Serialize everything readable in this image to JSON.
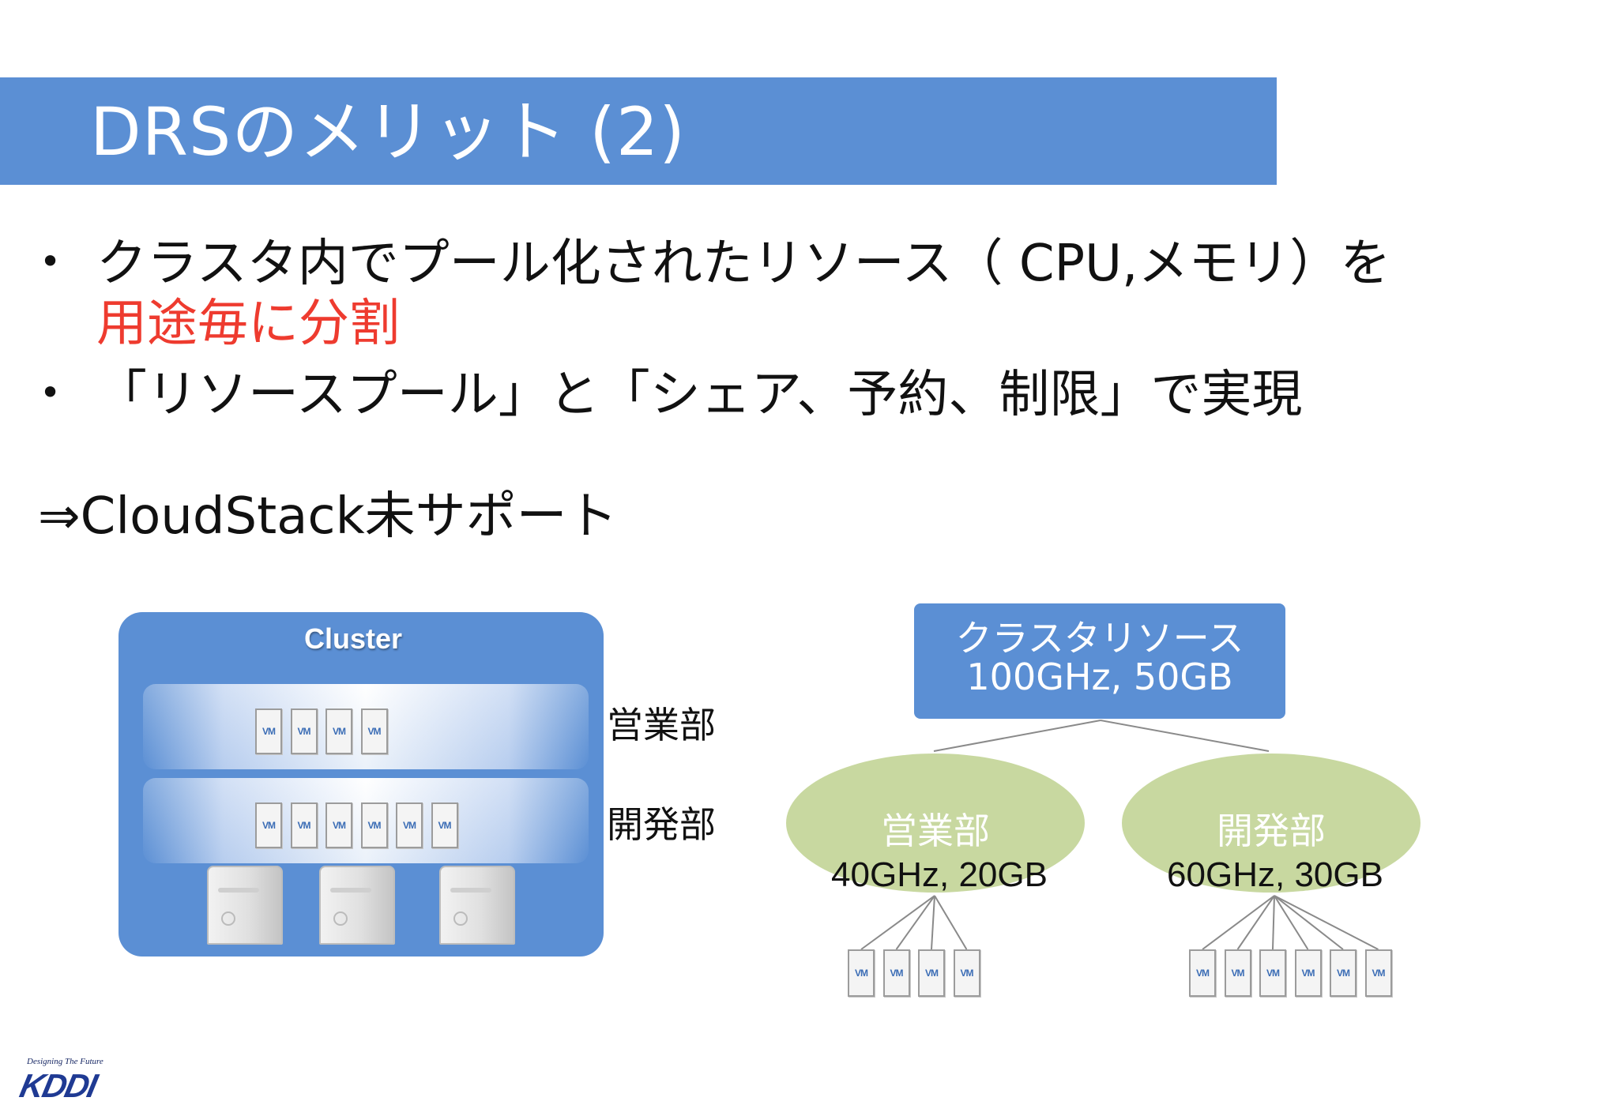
{
  "slide": {
    "title": "DRSのメリット (2)",
    "bullets": [
      {
        "dot": "•",
        "text": "クラスタ内でプール化されたリソース（ CPU,メモリ）を",
        "continuation_red": "用途毎に分割"
      },
      {
        "dot": "•",
        "text": "「リソースプール」と「シェア、予約、制限」で実現"
      }
    ],
    "conclusion": "⇒CloudStack未サポート"
  },
  "cluster_diagram": {
    "label": "Cluster",
    "vm_label": "VM",
    "pools": [
      {
        "name": "営業部",
        "vm_count": 4
      },
      {
        "name": "開発部",
        "vm_count": 6
      }
    ],
    "server_count": 3
  },
  "resource_tree": {
    "root": {
      "line1": "クラスタリソース",
      "line2": "100GHz, 50GB"
    },
    "children": [
      {
        "name": "営業部",
        "alloc": "40GHz, 20GB",
        "vm_count": 4
      },
      {
        "name": "開発部",
        "alloc": "60GHz, 30GB",
        "vm_count": 6
      }
    ]
  },
  "logo": {
    "tagline": "Designing The Future",
    "mark": "KDDI"
  },
  "colors": {
    "accent": "#5b8fd4",
    "highlight": "#ee3b2f",
    "ellipse": "#c8d8a0"
  }
}
